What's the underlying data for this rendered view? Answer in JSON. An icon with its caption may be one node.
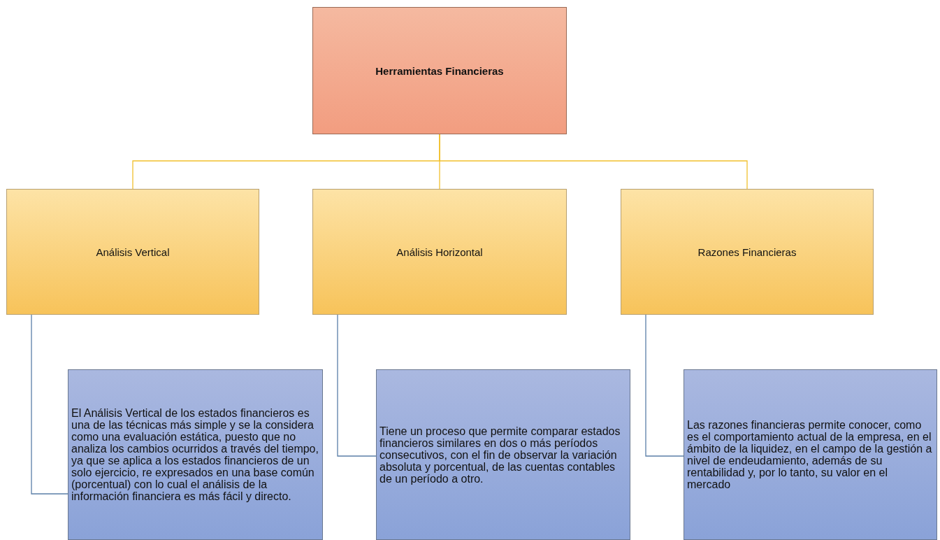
{
  "diagram": {
    "nodes": [
      {
        "text": [
          "Herramientas Financieras"
        ]
      },
      {
        "text": [
          "Análisis Vertical"
        ]
      },
      {
        "text": [
          "Análisis Horizontal"
        ]
      },
      {
        "text": [
          "Razones Financieras"
        ]
      },
      {
        "text": [
          "El Análisis Vertical de los estados financieros es una de las técnicas más simple y se la considera como una evaluación estática, puesto que no analiza los cambios ocurridos a través del tiempo, ya que se aplica a los estados financieros de un solo ejercicio, re expresados en una base común (porcentual) con lo cual el análisis de la información financiera es más fácil y directo."
        ]
      },
      {
        "text": [
          "Tiene un proceso que permite comparar estados financieros similares en dos o más períodos consecutivos, con el fin de observar la variación absoluta y porcentual, de las cuentas contables de un período a otro."
        ]
      },
      {
        "text": [
          "Las razones financieras permite conocer, como es el comportamiento actual de la empresa, en el ámbito de la liquidez, en el campo de la gestión a nivel de endeudamiento, además de su rentabilidad y, por lo tanto, su valor en el mercado"
        ]
      }
    ],
    "edges": [
      {
        "from": 0,
        "to": 1,
        "arrow": "none",
        "color": "#f2c12e"
      },
      {
        "from": 0,
        "to": 2,
        "arrow": "none",
        "color": "#f2c12e"
      },
      {
        "from": 0,
        "to": 3,
        "arrow": "none",
        "color": "#f2c12e"
      },
      {
        "from": 1,
        "to": 4,
        "arrow": "none",
        "color": "#5b7fa8"
      },
      {
        "from": 2,
        "to": 5,
        "arrow": "none",
        "color": "#5b7fa8"
      },
      {
        "from": 3,
        "to": 6,
        "arrow": "none",
        "color": "#5b7fa8"
      }
    ]
  }
}
